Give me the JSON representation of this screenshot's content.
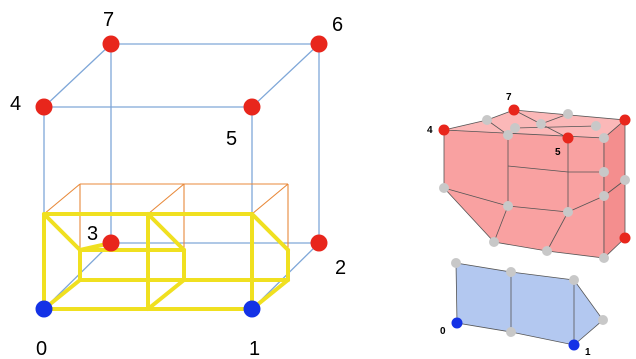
{
  "left_diagram": {
    "vertex_labels": [
      "0",
      "1",
      "2",
      "3",
      "4",
      "5",
      "6",
      "7"
    ]
  },
  "right_diagram": {
    "upper_block_labels": [
      "4",
      "5",
      "7"
    ],
    "lower_block_labels": [
      "0",
      "1"
    ]
  },
  "colors": {
    "cube_edge": "#7fa7d8",
    "sub_cell": "#e8893b",
    "highlight": "#f0e020",
    "vertex_top": "#e8261c",
    "vertex_bottom": "#1432e6",
    "red_block": "#f9a1a1",
    "blue_block": "#b3c8f0",
    "grey_node": "#c8c8c8"
  }
}
